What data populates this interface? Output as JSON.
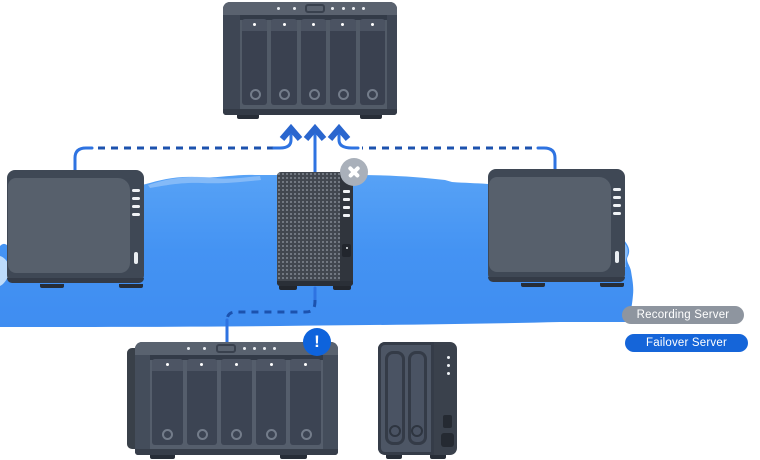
{
  "legend": {
    "recording": {
      "label": "Recording Server",
      "color": "#8E959F"
    },
    "failover": {
      "label": "Failover Server",
      "color": "#1565D9"
    }
  },
  "badges": {
    "error": {
      "icon": "x-icon",
      "color": "#A9B0BA"
    },
    "warning": {
      "icon": "exclamation-icon",
      "symbol": "!",
      "color": "#0E63DC"
    }
  },
  "devices": [
    {
      "name": "failover-nas-5bay-top",
      "state": "active-target"
    },
    {
      "name": "recording-nas-left",
      "state": "online"
    },
    {
      "name": "recording-nas-center",
      "state": "failed"
    },
    {
      "name": "recording-nas-right",
      "state": "online"
    },
    {
      "name": "recording-nas-5bay-bottom",
      "state": "warning"
    },
    {
      "name": "recording-nas-2bay-bottom",
      "state": "online"
    }
  ],
  "colors": {
    "background": "#FFFFFF",
    "network_zone_blue": "#4493F3",
    "zone_highlight_blue": "#8ABDF8",
    "connection_solid_blue": "#2E73E1",
    "connection_dashed_blue": "#1C52AE"
  }
}
